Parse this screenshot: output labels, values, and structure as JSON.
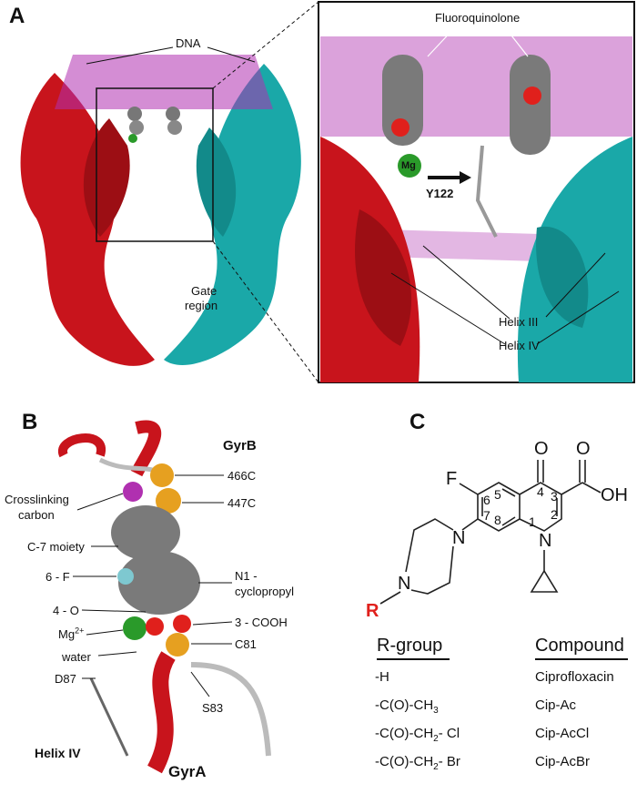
{
  "panels": {
    "a": {
      "letter": "A",
      "labels": {
        "dna": "DNA",
        "gate_region_1": "Gate",
        "gate_region_2": "region"
      },
      "inset": {
        "fluoroquinolone": "Fluoroquinolone",
        "mg": "Mg",
        "y122": "Y122",
        "helix_iii": "Helix III",
        "helix_iv": "Helix IV"
      }
    },
    "b": {
      "letter": "B",
      "labels": {
        "gyrb": "GyrB",
        "gyra": "GyrA",
        "helix_iv": "Helix IV",
        "c466": "466C",
        "c447": "447C",
        "crosslinking_1": "Crosslinking",
        "crosslinking_2": "carbon",
        "c7": "C-7 moiety",
        "f6": "6 - F",
        "n1_1": "N1 -",
        "n1_2": "cyclopropyl",
        "o4": "4 - O",
        "mg": "Mg",
        "mg_charge": "2+",
        "water": "water",
        "cooh3": "3 - COOH",
        "c81": "C81",
        "d87": "D87",
        "s83": "S83"
      }
    },
    "c": {
      "letter": "C",
      "atoms": {
        "o_keto": "O",
        "o_acid": "O",
        "oh": "OH",
        "f": "F",
        "n_pip": "N",
        "n_pip4": "N",
        "n1": "N",
        "r": "R"
      },
      "numbers": [
        "1",
        "2",
        "3",
        "4",
        "5",
        "6",
        "7",
        "8"
      ],
      "table": {
        "headers": [
          "R-group",
          "Compound"
        ],
        "rows": [
          {
            "r": "-H",
            "compound": "Ciprofloxacin"
          },
          {
            "r": "-C(O)-CH",
            "r_sub": "3",
            "r_tail": "",
            "compound": "Cip-Ac"
          },
          {
            "r": "-C(O)-CH",
            "r_sub": "2",
            "r_tail": "- Cl",
            "compound": "Cip-AcCl"
          },
          {
            "r": "-C(O)-CH",
            "r_sub": "2",
            "r_tail": "- Br",
            "compound": "Cip-AcBr"
          }
        ]
      }
    }
  },
  "colors": {
    "gyra_red": "#c8141c",
    "gyrb_cyan": "#1aa8a8",
    "dna_magenta": "#b030b0",
    "mg_green": "#2a9a2a",
    "carbon_gray": "#7a7a7a",
    "r_red": "#e0201c"
  }
}
